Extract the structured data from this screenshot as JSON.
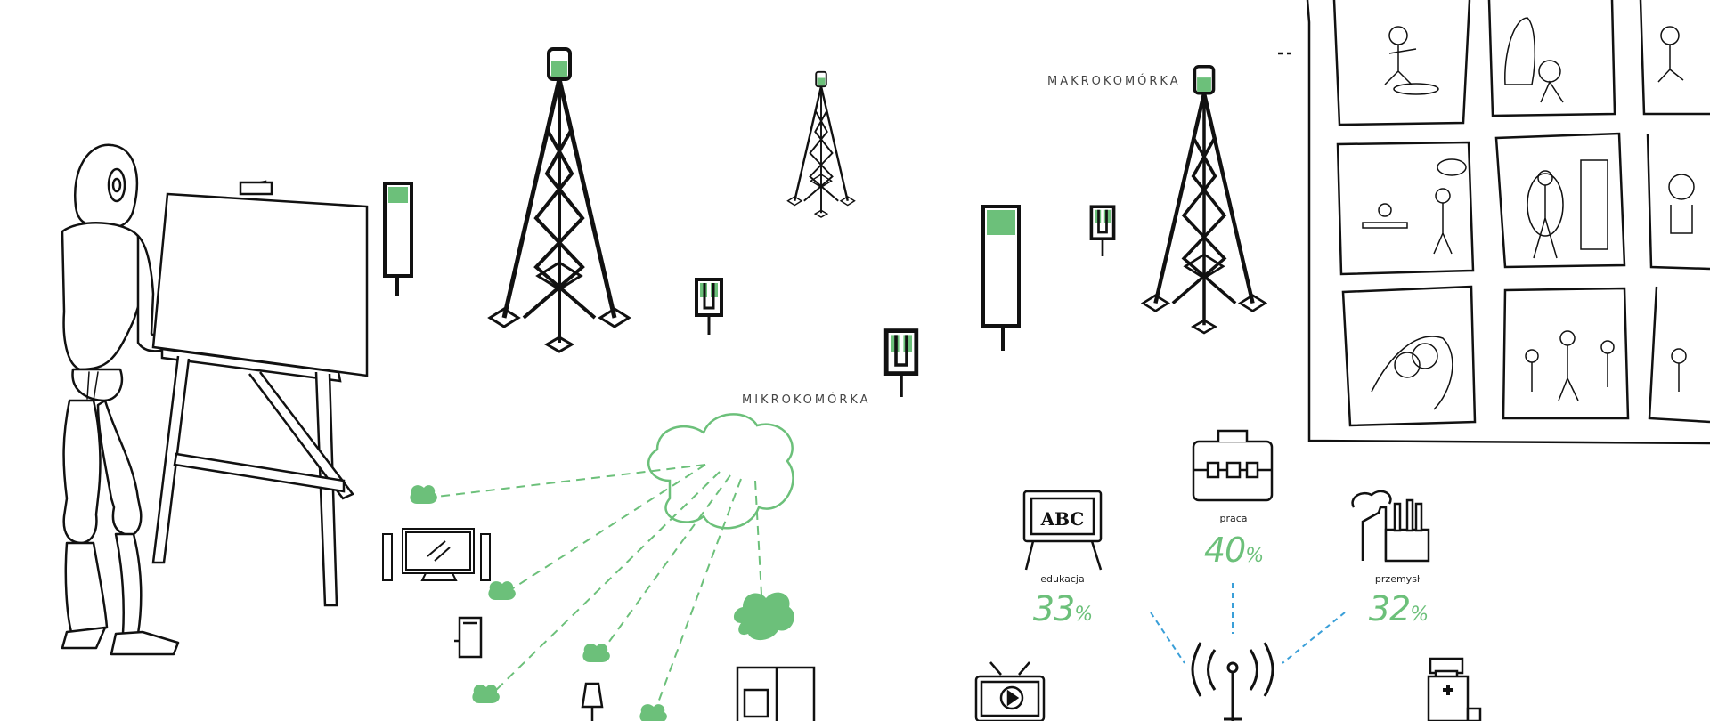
{
  "labels": {
    "macro_cell": "MAKROKOMÓRKA",
    "micro_cell": "MIKROKOMÓRKA"
  },
  "sectors": [
    {
      "name": "edukacja",
      "value": "33",
      "unit": "%"
    },
    {
      "name": "praca",
      "value": "40",
      "unit": "%"
    },
    {
      "name": "przemysł",
      "value": "32",
      "unit": "%"
    }
  ],
  "colors": {
    "green": "#6cc07a",
    "ink": "#111111",
    "blue_dash": "#3a9fd8"
  }
}
